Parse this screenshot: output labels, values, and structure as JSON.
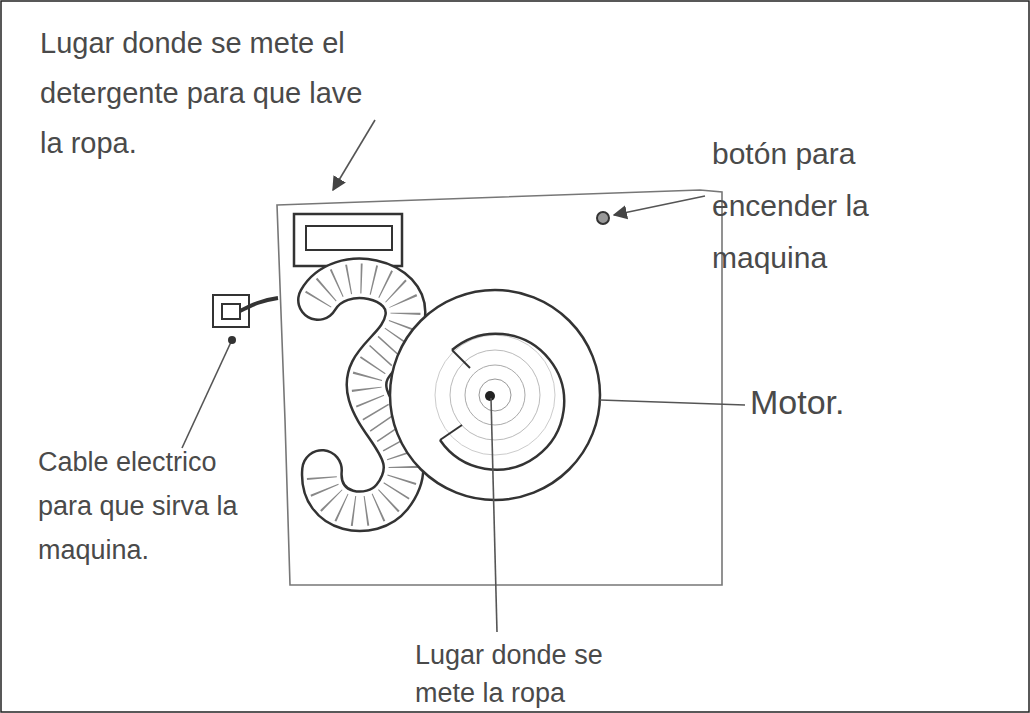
{
  "diagram": {
    "labels": [
      "Lugar donde se mete el detergente para que lave la ropa.",
      "botón para encender la maquina",
      "Motor.",
      "Cable electrico para que sirva la maquina.",
      "Lugar donde se mete la ropa"
    ]
  }
}
